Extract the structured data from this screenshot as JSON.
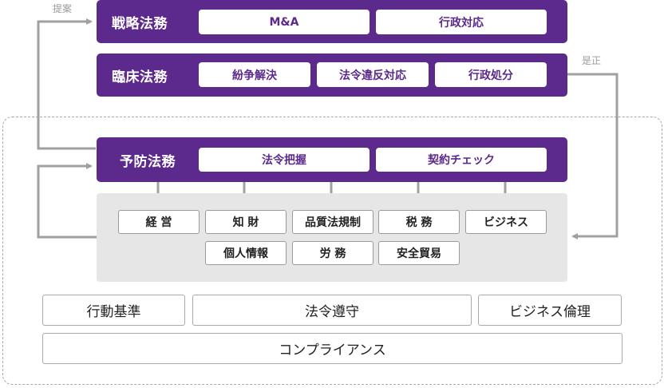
{
  "labels": {
    "proposal": "提案",
    "correction": "是正"
  },
  "strategic": {
    "title": "戦略法務",
    "items": [
      "M&A",
      "行政対応"
    ]
  },
  "clinical": {
    "title": "臨床法務",
    "items": [
      "紛争解決",
      "法令違反対応",
      "行政処分"
    ]
  },
  "preventive": {
    "title": "予防法務",
    "items": [
      "法令把握",
      "契約チェック"
    ]
  },
  "areas": {
    "row1": [
      "経 営",
      "知 財",
      "品質法規制",
      "税 務",
      "ビジネス"
    ],
    "row2": [
      "個人情報",
      "労 務",
      "安全貿易"
    ]
  },
  "foundation": {
    "row": [
      "行動基準",
      "法令遵守",
      "ビジネス倫理"
    ],
    "base": "コンプライアンス"
  },
  "colors": {
    "purple": "#5b2a8c",
    "gray_panel": "#e6e6e6",
    "arrow": "#a0a0a0"
  }
}
